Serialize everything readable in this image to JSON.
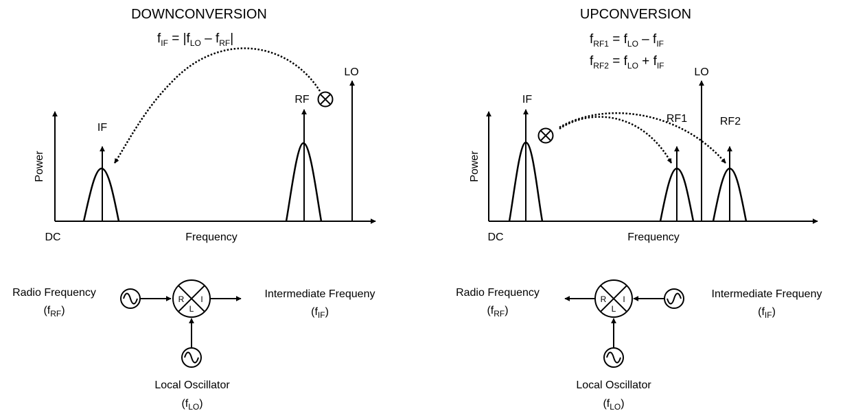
{
  "downconversion": {
    "title": "DOWNCONVERSION",
    "equation": {
      "f": "f",
      "lhs_sub": "IF",
      "eq": " = |",
      "rhs1_sub": "LO",
      "minus": " – ",
      "rhs2_sub": "RF",
      "end": "|"
    },
    "spectrum": {
      "y_label": "Power",
      "x_label": "Frequency",
      "origin_label": "DC",
      "peaks": [
        "IF",
        "RF",
        "LO"
      ]
    },
    "block": {
      "input_label": "Radio Frequency",
      "input_sub": "RF",
      "output_label": "Intermediate Frequeny",
      "output_sub": "IF",
      "lo_label": "Local Oscillator",
      "lo_sub": "LO",
      "ports": [
        "R",
        "I",
        "L"
      ]
    }
  },
  "upconversion": {
    "title": "UPCONVERSION",
    "equations": [
      {
        "lhs_sub": "RF1",
        "op": " – ",
        "a_sub": "LO",
        "b_sub": "IF"
      },
      {
        "lhs_sub": "RF2",
        "op": " + ",
        "a_sub": "LO",
        "b_sub": "IF"
      }
    ],
    "eq": " = ",
    "spectrum": {
      "y_label": "Power",
      "x_label": "Frequency",
      "origin_label": "DC",
      "peaks": [
        "IF",
        "LO",
        "RF1",
        "RF2"
      ]
    },
    "block": {
      "output_label": "Radio Frequency",
      "output_sub": "RF",
      "input_label": "Intermediate Frequeny",
      "input_sub": "IF",
      "lo_label": "Local Oscillator",
      "lo_sub": "LO",
      "ports": [
        "R",
        "I",
        "L"
      ]
    }
  }
}
